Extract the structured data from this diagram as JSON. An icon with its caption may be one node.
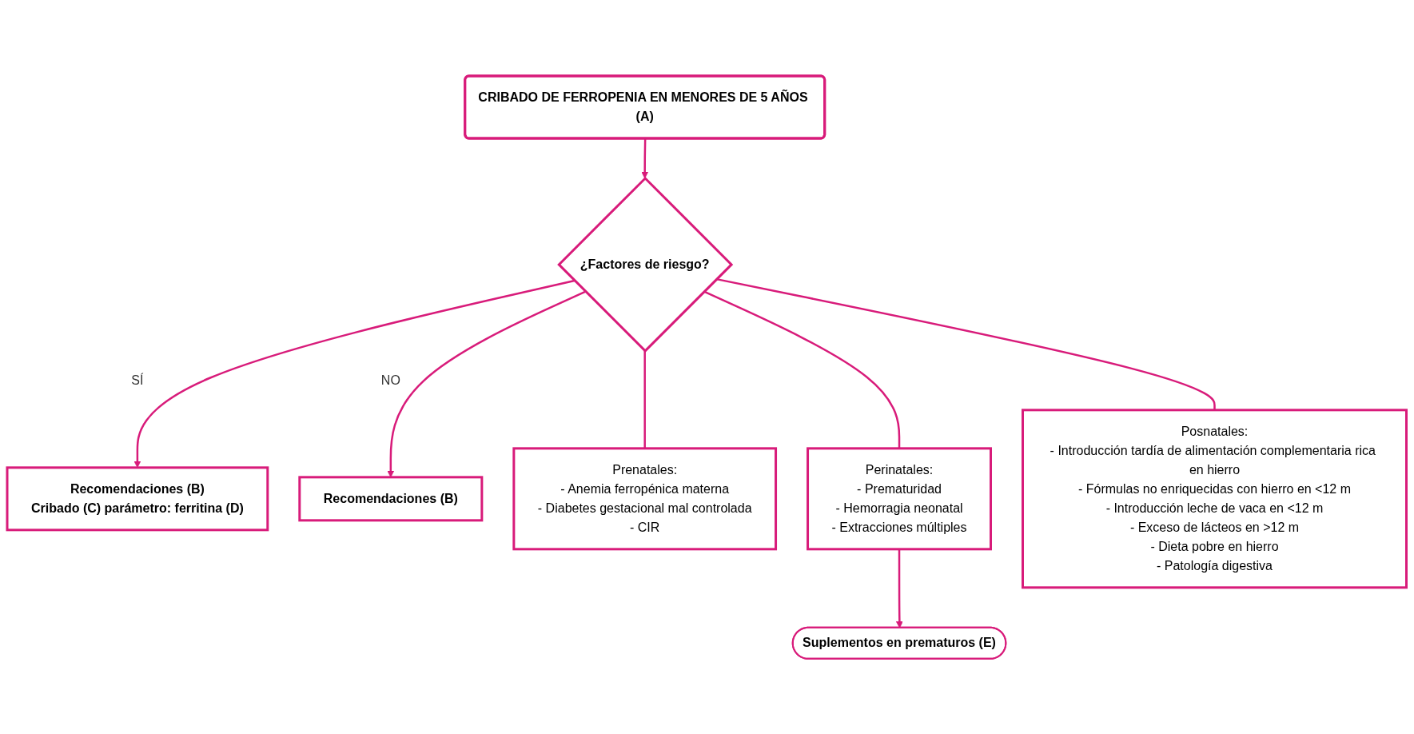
{
  "diagram": {
    "nodes": [
      {
        "text": [
          "CRIBADO DE FERROPENIA EN MENORES DE 5 AÑOS (A)"
        ]
      },
      {
        "text": [
          "¿Factores de riesgo?"
        ]
      },
      {
        "text": [
          "Recomendaciones (B)",
          "Cribado (C) parámetro: ferritina (D)"
        ]
      },
      {
        "text": [
          "Recomendaciones (B)"
        ]
      },
      {
        "text": [
          "Prenatales:",
          "- Anemia ferropénica materna",
          "- Diabetes gestacional mal controlada",
          "- CIR"
        ]
      },
      {
        "text": [
          "Perinatales:",
          "- Prematuridad",
          "- Hemorragia neonatal",
          "- Extracciones múltiples"
        ]
      },
      {
        "text": [
          "Posnatales:",
          "- Introducción tardía de alimentación complementaria rica en hierro",
          "- Fórmulas no enriquecidas con hierro en <12 m",
          "- Introducción leche de vaca en <12 m",
          "- Exceso de lácteos en >12 m",
          "- Dieta pobre en hierro",
          "- Patología digestiva"
        ]
      },
      {
        "text": [
          "Suplementos en prematuros (E)"
        ]
      }
    ],
    "edges": [
      {
        "from": 0,
        "to": 1,
        "arrow": "to"
      },
      {
        "from": 1,
        "to": 2,
        "arrow": "to",
        "label": "SÍ"
      },
      {
        "from": 1,
        "to": 3,
        "arrow": "to",
        "label": "NO"
      },
      {
        "from": 1,
        "to": 4,
        "arrow": "none"
      },
      {
        "from": 1,
        "to": 5,
        "arrow": "none"
      },
      {
        "from": 1,
        "to": 6,
        "arrow": "none"
      },
      {
        "from": 5,
        "to": 7,
        "arrow": "to"
      }
    ]
  }
}
